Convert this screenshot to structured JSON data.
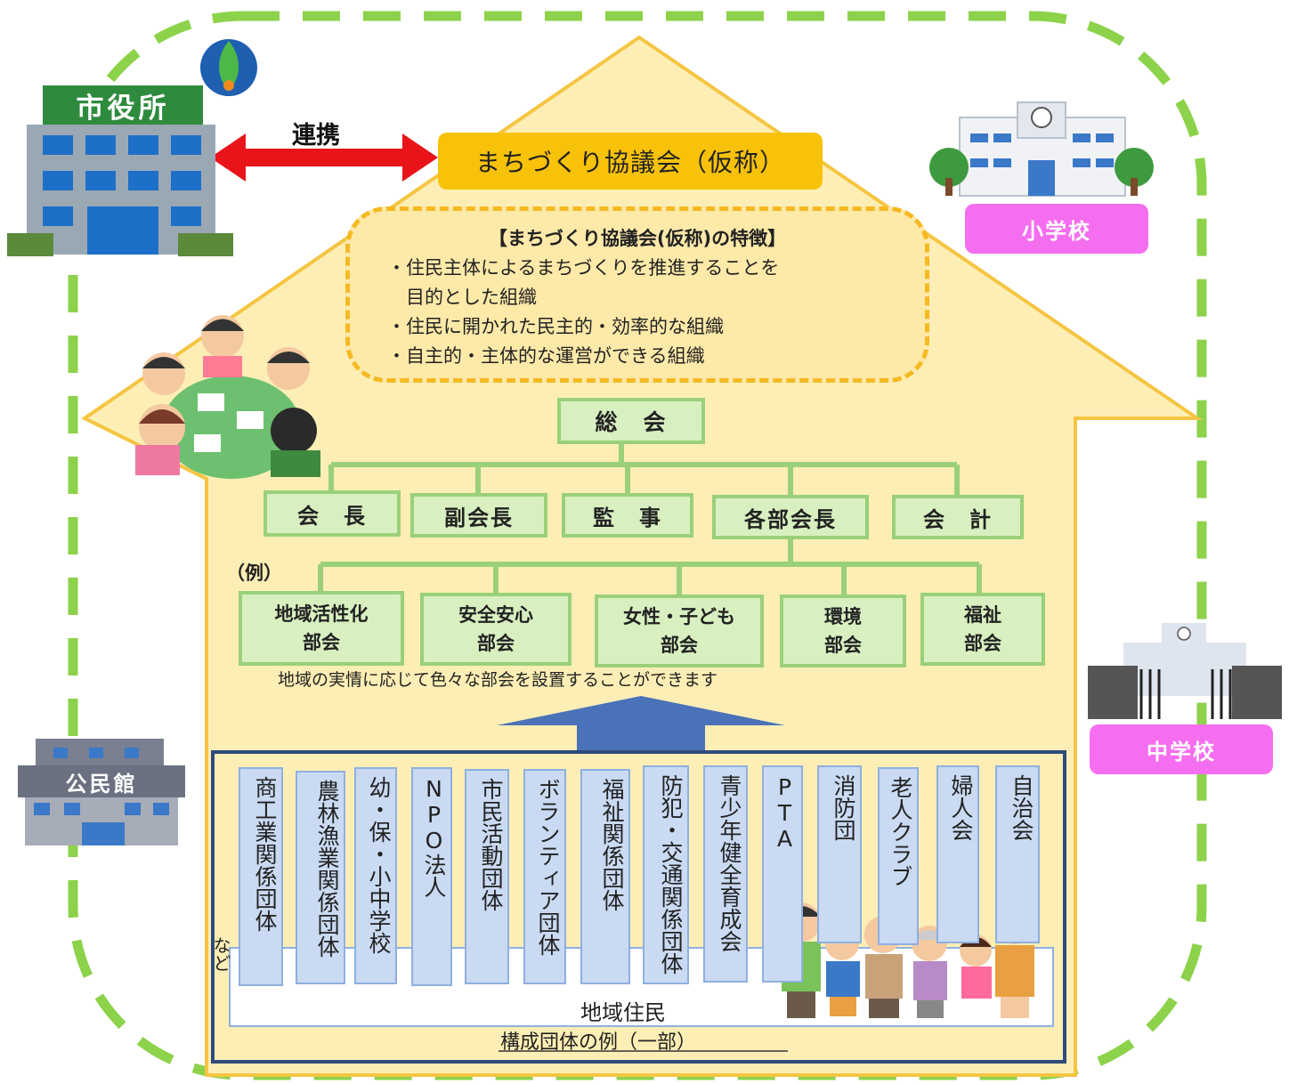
{
  "city_hall": {
    "sign": "市役所"
  },
  "renkei_label": "連携",
  "council_title": "まちづくり協議会（仮称）",
  "features": {
    "heading": "【まちづくり協議会(仮称)の特徴】",
    "items": [
      "・住民主体によるまちづくりを推進することを",
      "　目的とした組織",
      "・住民に開かれた民主的・効率的な組織",
      "・自主的・主体的な運営ができる組織"
    ]
  },
  "general_meeting": "総　会",
  "officers": [
    "会　長",
    "副会長",
    "監　事",
    "各部会長",
    "会　計"
  ],
  "example_label": "（例）",
  "committees": [
    [
      "地域活性化",
      "部会"
    ],
    [
      "安全安心",
      "部会"
    ],
    [
      "女性・子ども",
      "部会"
    ],
    [
      "環境",
      "部会"
    ],
    [
      "福祉",
      "部会"
    ]
  ],
  "committee_note": "地域の実情に応じて色々な部会を設置することができます",
  "member_groups": [
    "商工業関係団体",
    "農林漁業関係団体",
    "幼・保・小中学校",
    "NPO法人",
    "市民活動団体",
    "ボランティア団体",
    "福祉関係団体",
    "防犯・交通関係団体",
    "青少年健全育成会",
    "PTA",
    "消防団",
    "老人クラブ",
    "婦人会",
    "自治会"
  ],
  "nado": "など",
  "residents_label": "地域住民",
  "members_caption": "構成団体の例（一部）",
  "elementary_school": "小学校",
  "junior_high_school": "中学校",
  "community_center": {
    "sign": "公民館"
  },
  "colors": {
    "dashed_border": "#8cd24a",
    "house_fill": "#fdeeb5",
    "house_edge": "#f5c542",
    "council_box": "#f8c20a",
    "arrow_red": "#e8141a",
    "green_box": "#d8f0c0",
    "green_border": "#9ad07a",
    "column_blue": "#c9daf2",
    "members_border": "#2f4b7c",
    "up_arrow": "#4a72b8",
    "pink_label": "#f66ef0"
  }
}
